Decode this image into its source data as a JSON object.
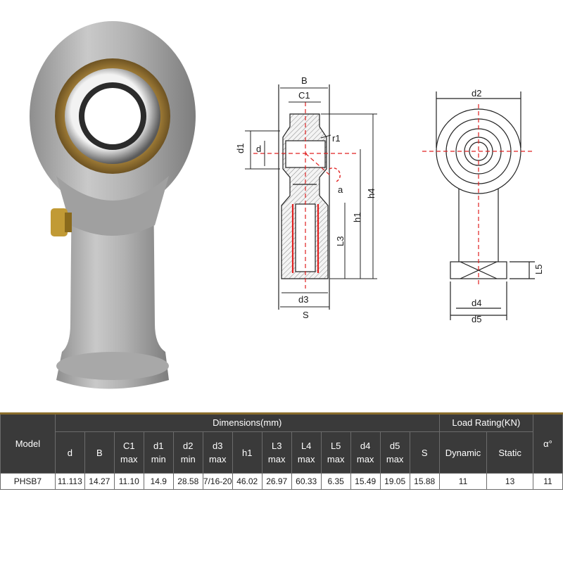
{
  "drawing_labels": {
    "B": "B",
    "C1": "C1",
    "d1": "d1",
    "d": "d",
    "r1": "r1",
    "a": "a",
    "h4": "h4",
    "h1": "h1",
    "L3": "L3",
    "d3": "d3",
    "S": "S",
    "d2": "d2",
    "L5": "L5",
    "d4": "d4",
    "d5": "d5"
  },
  "table": {
    "model_header": "Model",
    "dimensions_header": "Dimensions(mm)",
    "load_header": "Load Rating(KN)",
    "alpha_header": "α°",
    "columns": [
      {
        "name": "d",
        "sub": ""
      },
      {
        "name": "B",
        "sub": ""
      },
      {
        "name": "C1",
        "sub": "max"
      },
      {
        "name": "d1",
        "sub": "min"
      },
      {
        "name": "d2",
        "sub": "min"
      },
      {
        "name": "d3",
        "sub": "max"
      },
      {
        "name": "h1",
        "sub": ""
      },
      {
        "name": "L3",
        "sub": "max"
      },
      {
        "name": "L4",
        "sub": "max"
      },
      {
        "name": "L5",
        "sub": "max"
      },
      {
        "name": "d4",
        "sub": "max"
      },
      {
        "name": "d5",
        "sub": "max"
      },
      {
        "name": "S",
        "sub": ""
      }
    ],
    "load_columns": [
      "Dynamic",
      "Static"
    ],
    "row": {
      "model": "PHSB7",
      "values": [
        "11.113",
        "14.27",
        "11.10",
        "14.9",
        "28.58",
        "7/16-20",
        "46.02",
        "26.97",
        "60.33",
        "6.35",
        "15.49",
        "19.05",
        "15.88"
      ],
      "dynamic": "11",
      "static": "13",
      "alpha": "11"
    }
  }
}
